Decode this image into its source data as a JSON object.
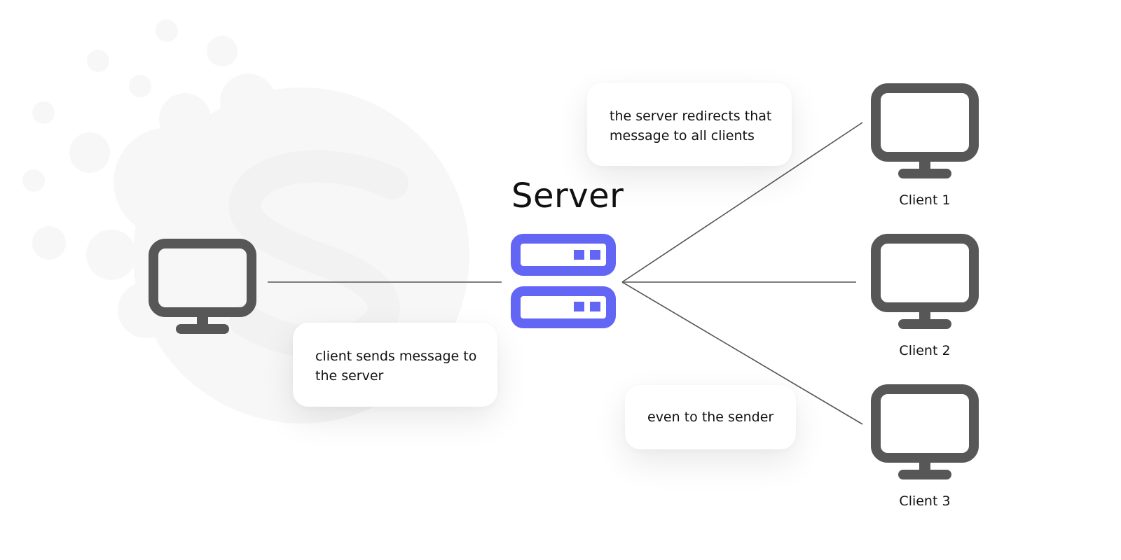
{
  "diagram": {
    "server": {
      "title": "Server",
      "icon": "server-rack-icon",
      "color": "#6366f5"
    },
    "sender": {
      "icon": "desktop-monitor-icon"
    },
    "clients": [
      {
        "label": "Client 1",
        "icon": "desktop-monitor-icon"
      },
      {
        "label": "Client 2",
        "icon": "desktop-monitor-icon"
      },
      {
        "label": "Client 3",
        "icon": "desktop-monitor-icon"
      }
    ],
    "callouts": {
      "client_to_server": "client sends message to the server",
      "server_to_clients": "the server redirects that message to all clients",
      "echo": "even to the sender"
    },
    "colors": {
      "monitor": "#575757",
      "connector": "#555555",
      "watermark": "#f7f7f7",
      "server_accent": "#6366f5"
    }
  }
}
